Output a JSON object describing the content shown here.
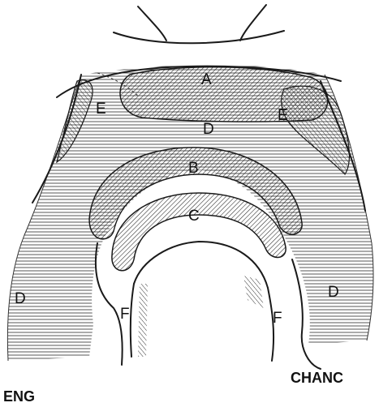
{
  "figure": {
    "labels": {
      "A": "A",
      "B": "B",
      "C": "C",
      "D": "D",
      "E": "E",
      "F": "F"
    },
    "signatures": {
      "left": "ENG",
      "right": "CHANC"
    },
    "colors": {
      "ink": "#1a1a1a",
      "paper": "#ffffff"
    }
  }
}
